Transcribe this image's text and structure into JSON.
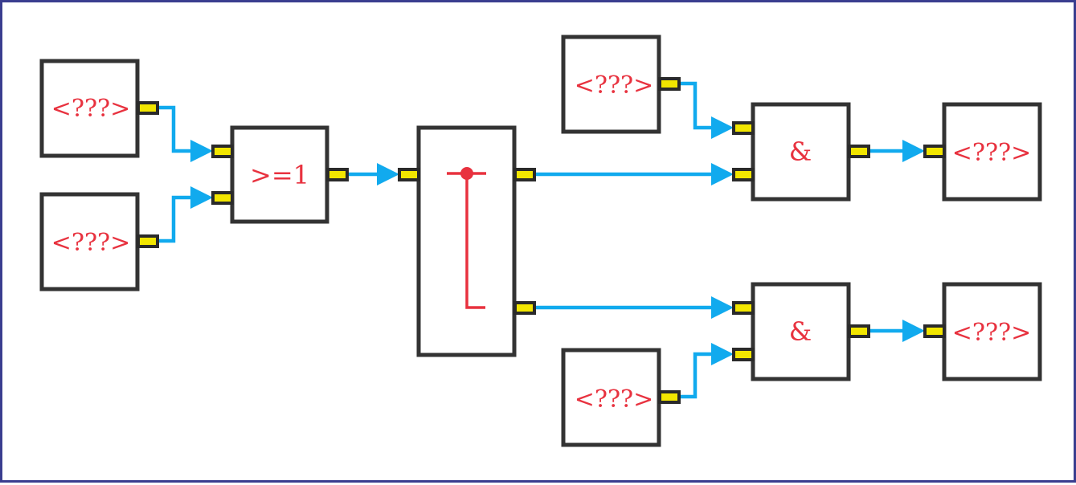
{
  "diagram": {
    "inputs": [
      {
        "id": "in-1",
        "label": "<???>"
      },
      {
        "id": "in-2",
        "label": "<???>"
      },
      {
        "id": "in-3",
        "label": "<???>"
      },
      {
        "id": "in-4",
        "label": "<???>"
      }
    ],
    "gates": [
      {
        "id": "or-gate",
        "label": ">=1"
      },
      {
        "id": "and-gate-1",
        "label": "&"
      },
      {
        "id": "and-gate-2",
        "label": "&"
      }
    ],
    "outputs": [
      {
        "id": "out-1",
        "label": "<???>"
      },
      {
        "id": "out-2",
        "label": "<???>"
      }
    ],
    "colors": {
      "frame": "#3a3d8f",
      "block_border": "#333333",
      "pin": "#f2e600",
      "wire": "#11aaee",
      "label": "#e8323f"
    }
  }
}
